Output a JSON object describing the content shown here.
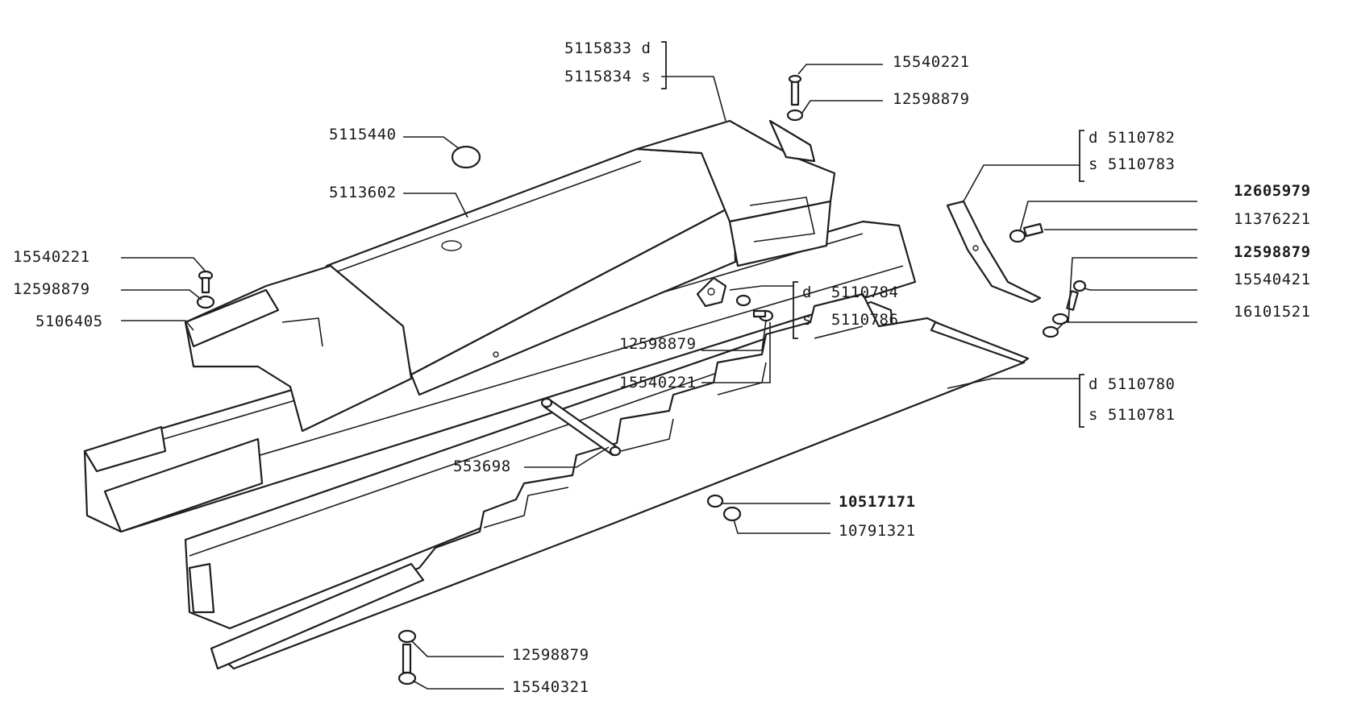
{
  "labels": {
    "l_5115833": "5115833 d",
    "l_5115834": "5115834 s",
    "l_15540221_top": "15540221",
    "l_12598879_top": "12598879",
    "l_5115440": "5115440",
    "l_5113602": "5113602",
    "l_d5110782": "d 5110782",
    "l_s5110783": "s 5110783",
    "l_12605979": "12605979",
    "l_11376221": "11376221",
    "l_12598879_right": "12598879",
    "l_15540421": "15540421",
    "l_16101521": "16101521",
    "l_15540221_left": "15540221",
    "l_12598879_left": "12598879",
    "l_5106405": "5106405",
    "l_d5110784": "d  5110784",
    "l_s5110786": "s  5110786",
    "l_12598879_mid": "12598879",
    "l_15540221_mid": "15540221",
    "l_d5110780": "d 5110780",
    "l_s5110781": "s 5110781",
    "l_553698": "553698",
    "l_10517171": "10517171",
    "l_10791321": "10791321",
    "l_12598879_bottom": "12598879",
    "l_15540321": "15540321"
  }
}
